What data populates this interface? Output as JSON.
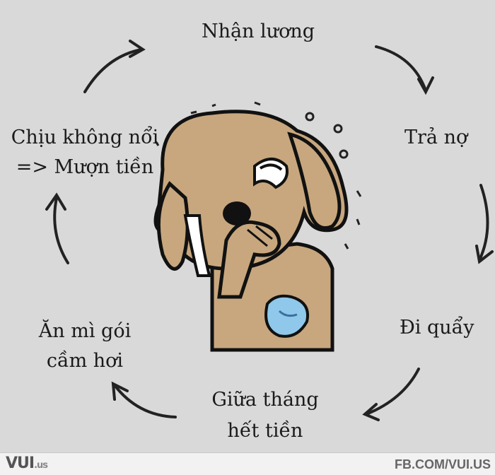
{
  "cycle": {
    "step_top": "Nhận lương",
    "step_right": "Trả nợ",
    "step_right_lower": "Đi quẩy",
    "step_bottom": [
      "Giữa tháng",
      "hết tiền"
    ],
    "step_left_lower": [
      "Ăn mì gói",
      "cầm hơi"
    ],
    "step_left": [
      "Chịu không nổi",
      "=> Mượn tiền"
    ]
  },
  "footer": {
    "logo_text": "VUI",
    "logo_suffix": ".us",
    "source_text": "FB.COM/VUI.US"
  },
  "colors": {
    "background": "#d9d9d9",
    "dog_fur": "#c8a77e",
    "outline": "#111111",
    "tears": "#ffffff",
    "tissue": "#8fc8ea"
  }
}
